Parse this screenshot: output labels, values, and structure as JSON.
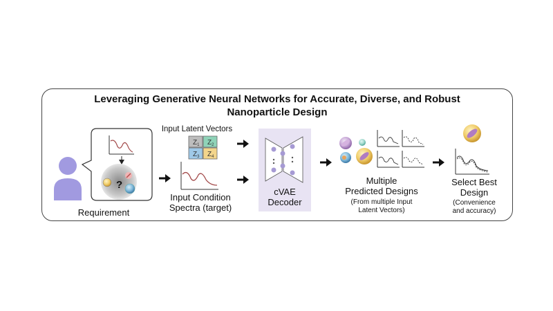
{
  "title_line1": "Leveraging Generative Neural Networks for Accurate, Diverse, and Robust",
  "title_line2": "Nanoparticle Design",
  "requirement": {
    "label": "Requirement",
    "question_mark": "?"
  },
  "input": {
    "latent_vectors_label": "Input Latent Vectors",
    "latent_cells": [
      {
        "text": "Z",
        "sub": "1",
        "color": "#bdbdbd"
      },
      {
        "text": "Z",
        "sub": "2",
        "color": "#8fd3b8"
      },
      {
        "text": "Z",
        "sub": "3",
        "color": "#9fc9e8"
      },
      {
        "text": "Z",
        "sub": "4",
        "color": "#f3d58c"
      }
    ],
    "condition_line1": "Input Condition",
    "condition_line2": "Spectra (target)"
  },
  "decoder": {
    "line1": "cVAE",
    "line2": "Decoder",
    "bg_color": "#e8e3f3",
    "node_color": "#a69ad4"
  },
  "predicted": {
    "line1": "Multiple",
    "line2": "Predicted Designs",
    "note_line1": "(From multiple Input",
    "note_line2": "Latent Vectors)"
  },
  "best": {
    "line1": "Select Best",
    "line2": "Design",
    "note_line1": "(Convenience",
    "note_line2": "and accuracy)"
  },
  "colors": {
    "person": "#a19ae0",
    "spectrum_curve": "#a34a4a",
    "accent_gold": "#e9c35a"
  }
}
